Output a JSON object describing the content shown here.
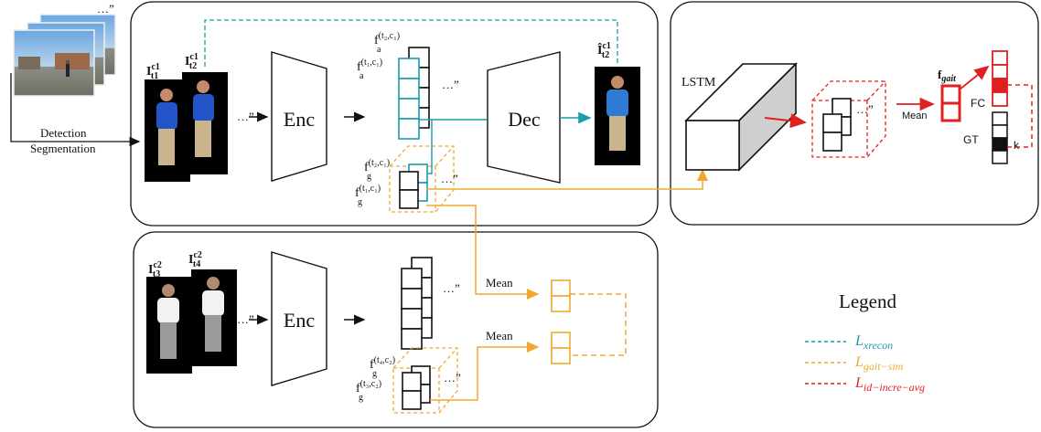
{
  "labels": {
    "input_dots": "…”",
    "detection": "Detection",
    "segmentation": "Segmentation",
    "img_t1c1": "I",
    "img_t1c1_sub": "t1",
    "img_t1c1_sup": "c1",
    "img_t2c1": "I",
    "img_t2c1_sub": "t2",
    "img_t2c1_sup": "c1",
    "img_t3c2": "I",
    "img_t3c2_sub": "t3",
    "img_t3c2_sup": "c2",
    "img_t4c2": "I",
    "img_t4c2_sub": "t4",
    "img_t4c2_sup": "c2",
    "img_recon": "Î",
    "img_recon_sub": "t2",
    "img_recon_sup": "c1",
    "enc_top": "Enc",
    "enc_bottom": "Enc",
    "dec": "Dec",
    "ellipsis": "…”",
    "fa_t2c1": "f",
    "fa_t2c1_sub": "a",
    "fa_t2c1_sup": "(t₂,c₁)",
    "fa_t1c1": "f",
    "fa_t1c1_sub": "a",
    "fa_t1c1_sup": "(t₁,c₁)",
    "fg_t2c1": "f",
    "fg_t2c1_sub": "g",
    "fg_t2c1_sup": "(t₂,c₁)",
    "fg_t1c1": "f",
    "fg_t1c1_sub": "g",
    "fg_t1c1_sup": "(t₁,c₁)",
    "fg_t4c2": "f",
    "fg_t4c2_sub": "g",
    "fg_t4c2_sup": "(t₄,c₂)",
    "fg_t3c2": "f",
    "fg_t3c2_sub": "g",
    "fg_t3c2_sup": "(t₃,c₂)",
    "mean_top": "Mean",
    "mean_bottom": "Mean",
    "lstm": "LSTM",
    "mean_red": "Mean",
    "f_gait": "f",
    "f_gait_sub": "gait",
    "fc": "FC",
    "gt": "GT",
    "k": "k"
  },
  "legend": {
    "title": "Legend",
    "items": [
      {
        "symbol": "L",
        "sub": "xrecon",
        "color": "#1a9bb0"
      },
      {
        "symbol": "L",
        "sub": "gait−sim",
        "color": "#f0a830"
      },
      {
        "symbol": "L",
        "sub": "id−incre−avg",
        "color": "#e02020"
      }
    ]
  },
  "colors": {
    "teal": "#1a9bb0",
    "orange": "#f0a830",
    "red": "#e02020",
    "black": "#111111",
    "grey_face": "#d0d0d0"
  }
}
